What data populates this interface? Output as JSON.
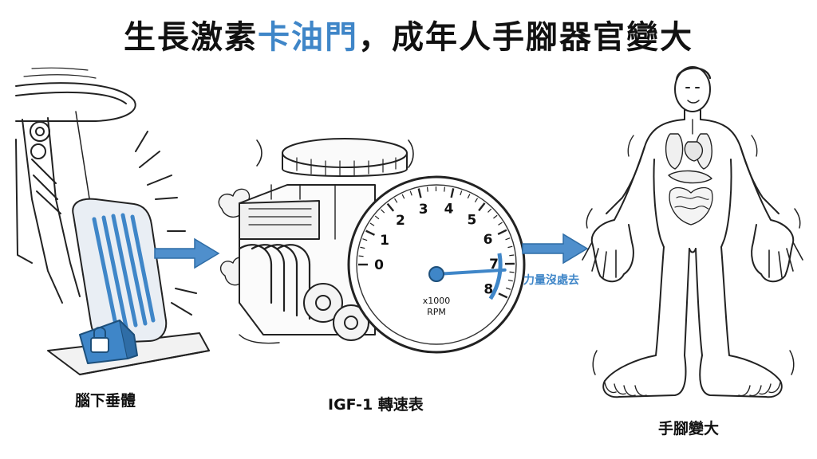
{
  "title": {
    "part1": "生長激素",
    "highlight": "卡油門",
    "part2": "，成年人手腳器官變大"
  },
  "accent_color": "#3f86c8",
  "panels": [
    {
      "caption": "腦下垂體",
      "icon": "gas-pedal-with-lock-icon"
    },
    {
      "caption": "IGF-1 轉速表",
      "icon": "engine-tachometer-icon"
    },
    {
      "caption": "手腳變大",
      "icon": "enlarged-human-figure-icon"
    }
  ],
  "arrow_label": "力量沒處去",
  "gauge": {
    "ticks": [
      "0",
      "1",
      "2",
      "3",
      "4",
      "5",
      "6",
      "7",
      "8"
    ],
    "unit_line1": "x1000",
    "unit_line2": "RPM",
    "needle_value": 7.2
  }
}
